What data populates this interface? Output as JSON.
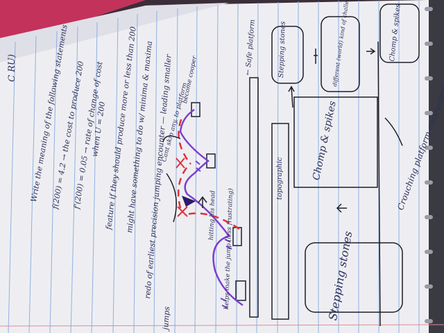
{
  "notes": {
    "c_ru": "C RU)",
    "meaning_line": "Write the meaning of the following statements",
    "f_line": "f(200) = 4.2 → the cost to produce 200",
    "fprime_line": "f'(200) = 0.05 → rate of change of cost",
    "when_line": "when U = 200",
    "feature_line": "feature if they should produce more or less than 200",
    "might_line": "might have something to do w/ minima & maxima",
    "redo_line": "redo of earliest precision jumping encounter — leading smaller",
    "jumps_line": "jumps"
  },
  "sketch_labels": {
    "cant_skip": "Cant skip any, to platform",
    "become": "become cooper",
    "hitting": "hitting his head",
    "helps": "helps make the jump (less frustrating)",
    "safe_platform": "← Safe platform"
  },
  "boxes": {
    "stepping_small": "Stepping stones",
    "different": "different (world) kind of challenge",
    "chomp_small": "Chomp & spikes",
    "topographic": "topographic",
    "chomp_big": "Chomp & spikes",
    "crouching": "Crouching platform encounter?",
    "stepping_big": "Stepping stones"
  }
}
